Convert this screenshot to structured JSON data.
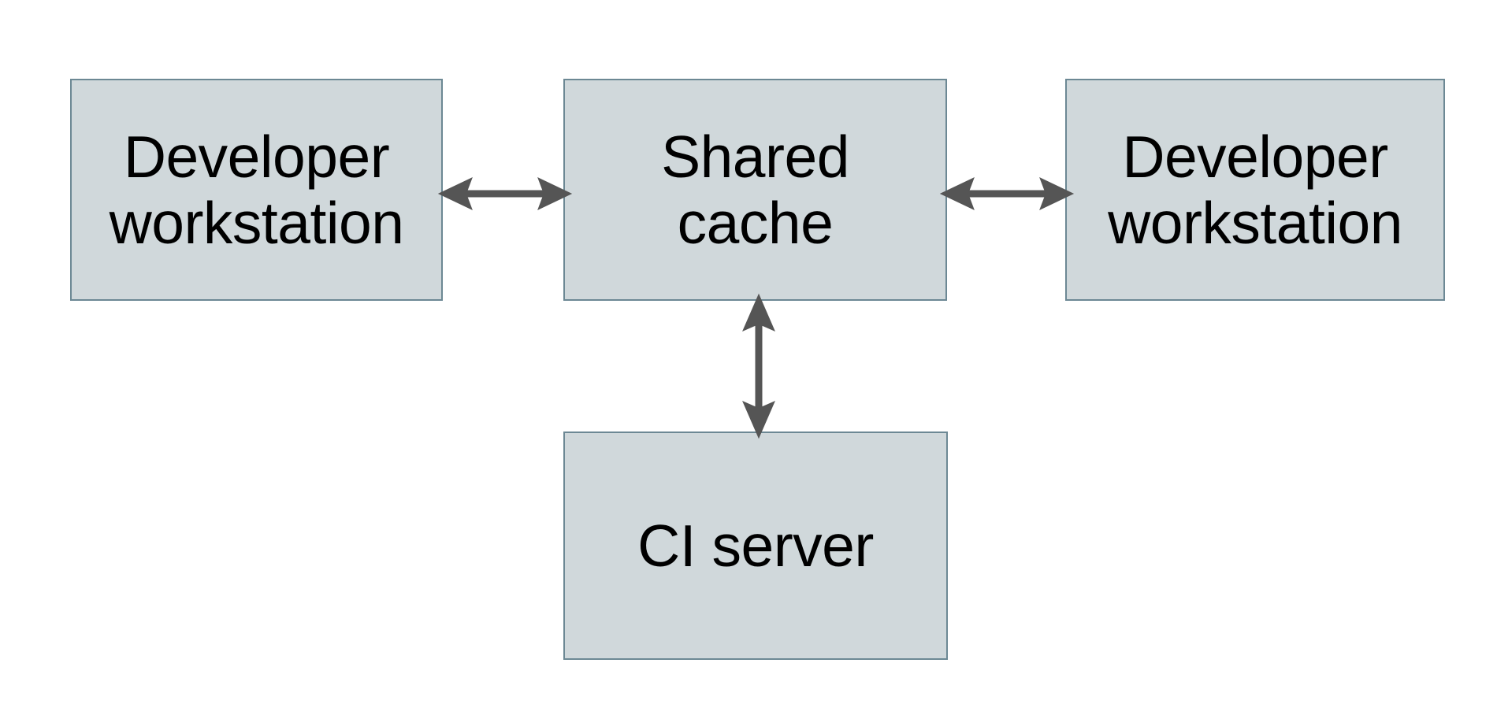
{
  "diagram": {
    "background_color": "#ffffff",
    "node_fill_color": "#d0d8db",
    "node_border_color": "#6c8894",
    "edge_color": "#555555",
    "text_color": "#000000",
    "nodes": [
      {
        "id": "dev-left",
        "label": "Developer\nworkstation"
      },
      {
        "id": "shared",
        "label": "Shared\ncache"
      },
      {
        "id": "dev-right",
        "label": "Developer\nworkstation"
      },
      {
        "id": "ci",
        "label": "CI server"
      }
    ],
    "edges": [
      {
        "id": "left-shared",
        "from": "dev-left",
        "to": "shared",
        "direction": "bidirectional",
        "orientation": "horizontal"
      },
      {
        "id": "shared-right",
        "from": "shared",
        "to": "dev-right",
        "direction": "bidirectional",
        "orientation": "horizontal"
      },
      {
        "id": "shared-ci",
        "from": "shared",
        "to": "ci",
        "direction": "bidirectional",
        "orientation": "vertical"
      }
    ]
  }
}
